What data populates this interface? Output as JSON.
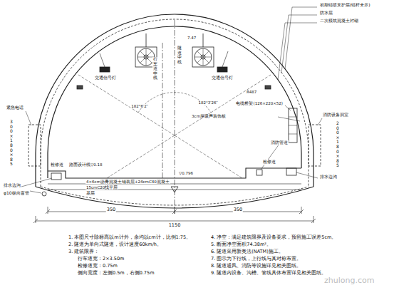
{
  "diagram": {
    "labels": [
      "初期锚喷支护层(锚杆未示)",
      "防水层",
      "二次模筑混凝土衬砌",
      "7.47",
      "交通信号灯",
      "交通信号灯",
      "行车道中线",
      "隧道中线",
      "182°6′2″",
      "182°3′26″",
      "R487",
      "3cm厚吸声装饰板",
      "电缆桥架(126×220×52)",
      "紧急电话",
      "300×180×85",
      "消防设备洞室",
      "200×180×85",
      "路面设计线▽0.18",
      "检修道",
      "检修道",
      "消防管道",
      "排水边沟",
      "排水边沟",
      "φ10纵向盲管",
      "▽0.796",
      "4×6cm沥青混凝土铺装层+24cmC40混凝土",
      "15cmC20找平层",
      "基层",
      "350",
      "350",
      "1150",
      "1. 本图尺寸除标高以m计外，余均以cm计，比例1:75。",
      "2. 隧道为单向式隧道，设计速度60km/h。",
      "3. 建筑限界：",
      "行车道宽：2×3.50m",
      "检修道宽：0.75m",
      "侧向宽度：左侧0.5m，右侧0.75m",
      "4. 净空：满足建筑限界及设备要求，预留施工误差5cm。",
      "5. 断面净空面积74.38m²。",
      "6. 隧道采用新奥法(NATM)施工。",
      "7. 图示为下行线，上行线与其对称布置。",
      "8. 隧道通风、消防等设施详见相关图纸。",
      "9. 隧道内设备、沟槽、管线具体布置详见相关图纸。",
      "zhulong.com"
    ]
  }
}
